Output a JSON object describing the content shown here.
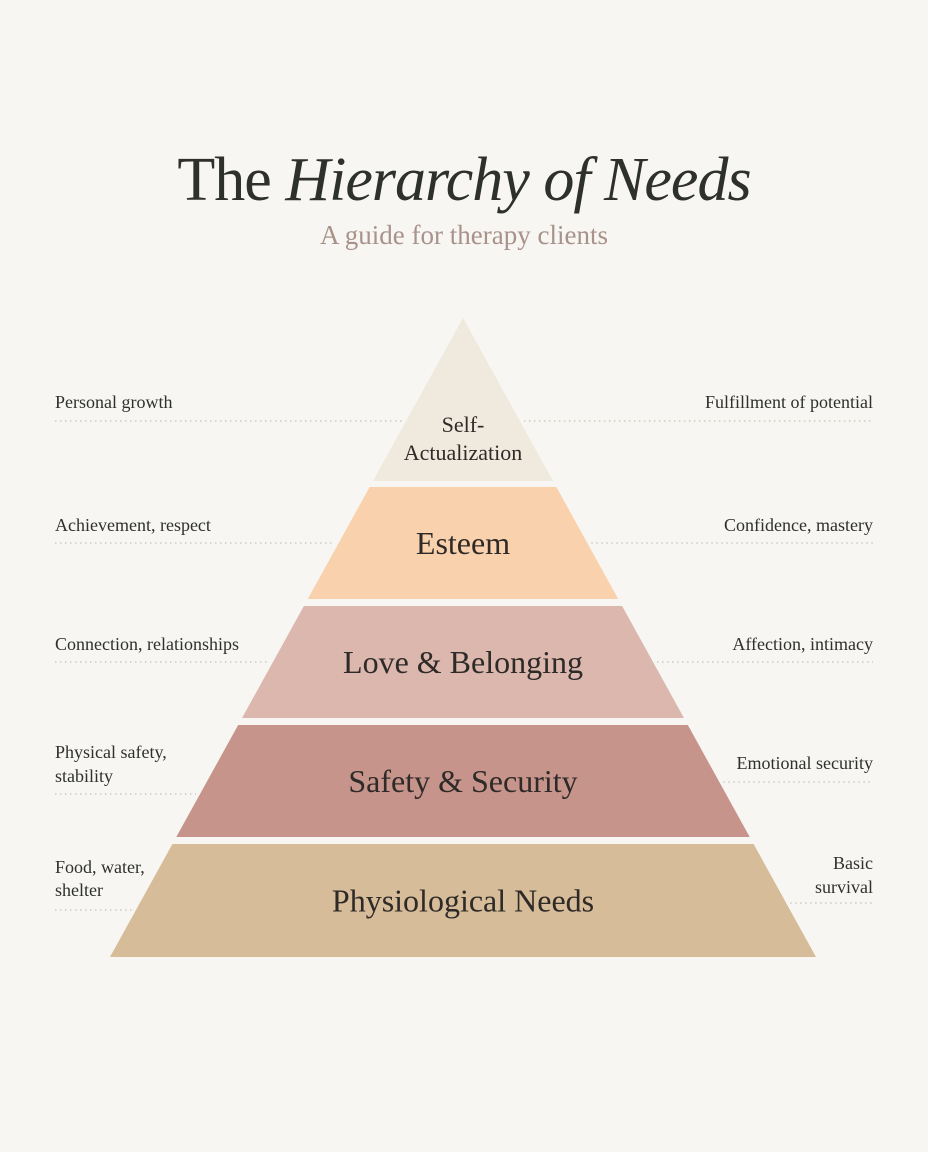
{
  "title": {
    "prefix": "The",
    "emphasis": "Hierarchy of Needs"
  },
  "subtitle": "A guide for therapy clients",
  "tiers": [
    {
      "name": "Self-Actualization",
      "lines": [
        "Self-",
        "Actualization"
      ],
      "color": "#f0e9dd",
      "left": [
        "Personal growth"
      ],
      "right": [
        "Fulfillment of potential"
      ]
    },
    {
      "name": "Esteem",
      "lines": [
        "Esteem"
      ],
      "color": "#f9d1ac",
      "left": [
        "Achievement, respect"
      ],
      "right": [
        "Confidence, mastery"
      ]
    },
    {
      "name": "Love & Belonging",
      "lines": [
        "Love & Belonging"
      ],
      "color": "#dbb7ad",
      "left": [
        "Connection, relationships"
      ],
      "right": [
        "Affection, intimacy"
      ]
    },
    {
      "name": "Safety & Security",
      "lines": [
        "Safety & Security"
      ],
      "color": "#c7948c",
      "left": [
        "Physical safety,",
        "stability"
      ],
      "right": [
        "Emotional security"
      ]
    },
    {
      "name": "Physiological Needs",
      "lines": [
        "Physiological Needs"
      ],
      "color": "#d6bc98",
      "left": [
        "Food, water,",
        "shelter"
      ],
      "right": [
        "Basic",
        "survival"
      ]
    }
  ]
}
